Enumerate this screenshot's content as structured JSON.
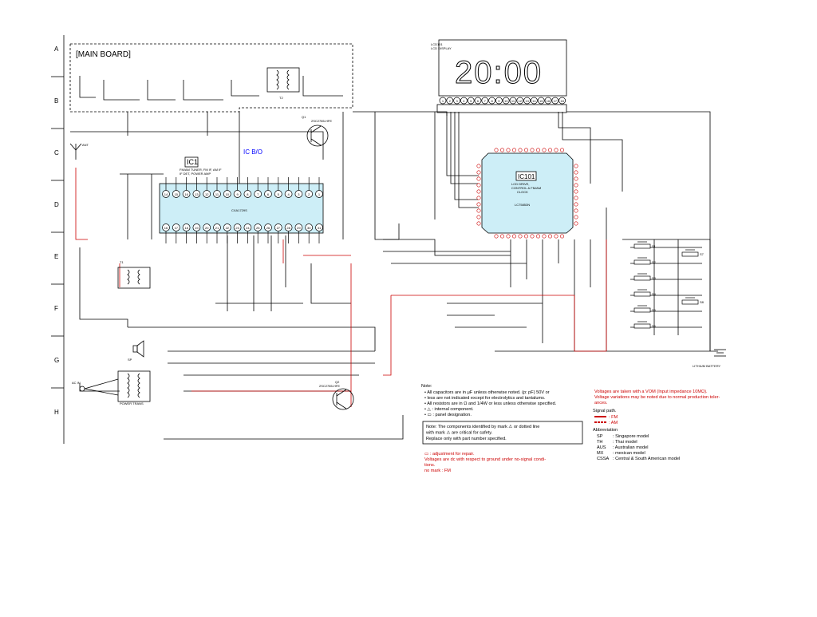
{
  "board": {
    "title": "[MAIN BOARD]"
  },
  "rows": [
    "A",
    "B",
    "C",
    "D",
    "E",
    "F",
    "G",
    "H"
  ],
  "ic1": {
    "ref": "IC1",
    "desc1": "FM/AM TUNER, FM IF, AM IF",
    "desc2": "IF DET, POWER AMP",
    "part": "CXA1729S"
  },
  "ic101": {
    "ref": "IC101",
    "desc1": "LCD DRIVE,",
    "desc2": "CONTROL & FM/AM",
    "desc3": "CLOCK",
    "part": "LC75853N"
  },
  "ic_bo": {
    "label": "IC B/O"
  },
  "display": {
    "ref": "LCD101",
    "name": "LCD DISPLAY",
    "digits": "20:00"
  },
  "lcd_pins": [
    "1",
    "2",
    "3",
    "4",
    "5",
    "6",
    "7",
    "8",
    "9",
    "10",
    "11",
    "12",
    "13",
    "14",
    "15",
    "16",
    "17",
    "18"
  ],
  "ic1_pins_top": [
    "14",
    "15",
    "16",
    "13",
    "12",
    "11",
    "10",
    "9",
    "8",
    "7",
    "6",
    "5",
    "4",
    "3",
    "2",
    "1"
  ],
  "ic1_pins_bottom": [
    "16",
    "17",
    "18",
    "19",
    "20",
    "21",
    "22",
    "23",
    "24",
    "25",
    "26",
    "27",
    "28",
    "29",
    "30",
    "31"
  ],
  "components": {
    "q1": "Q1",
    "q1_part": "2SC2785-HFE",
    "q2": "Q2",
    "q2_part": "2SC2785-HFE",
    "t1": "T1",
    "t2": "T2",
    "ant": "ANT",
    "power_trans": "POWER TRANS",
    "spk": "SP",
    "ac_in": "AC IN",
    "lithium_battery": "LITHIUM BATTERY",
    "s1": "S1",
    "s2": "S2",
    "s3": "S3",
    "s4": "S4",
    "s5": "S5",
    "s6": "S6",
    "s7": "S7",
    "s8": "S8"
  },
  "notes": {
    "heading": "Note:",
    "items": [
      "All capacitors are in μF unless otherwise noted. (p: pF) 50V or",
      "less are not indicated except for electrolytics and tantalums.",
      "All resistors are in Ω and 1/4W or less unless otherwise specified.",
      "△ : internal component.",
      "▭ : panel designation."
    ],
    "box": [
      "Note: The components identified by mark ⚠ or dotted line",
      "with mark ⚠ are critical for safety.",
      "Replace only with part number specified."
    ],
    "red_items": [
      "▭ : adjustment for repair.",
      "Voltages are dc with respect to ground under no-signal condi-",
      "tions.",
      "no mark : FM"
    ],
    "right_red": [
      "Voltages are taken with a VOM (Input impedance 10MΩ).",
      "Voltage variations may be noted due to normal production toler-",
      "ances."
    ],
    "signal_path": "Signal path.",
    "fm": ": FM",
    "am": ": AM",
    "abbrev_heading": "Abbreviation",
    "abbrev": [
      [
        "SP",
        ": Singapore model"
      ],
      [
        "TH",
        ": Thai model"
      ],
      [
        "AUS",
        ": Australian model"
      ],
      [
        "MX",
        ": mexican model"
      ],
      [
        "CSSA",
        ": Central & South American model"
      ]
    ]
  }
}
